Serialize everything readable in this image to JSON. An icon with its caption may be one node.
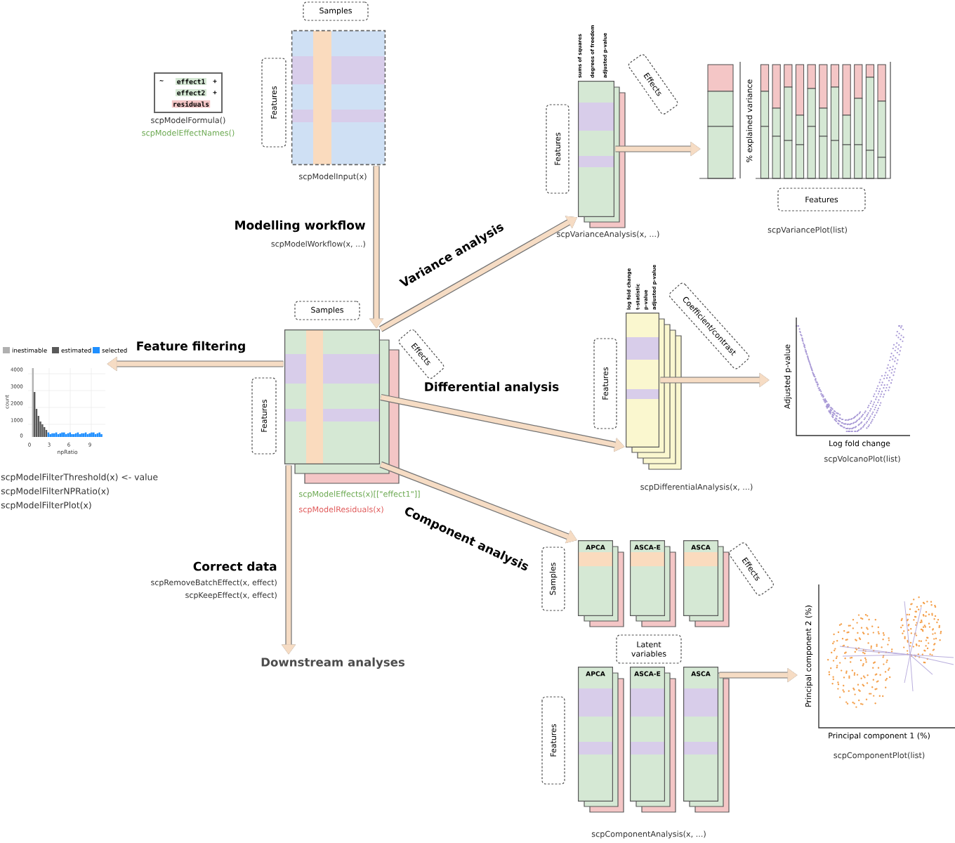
{
  "diagram": {
    "nodes": [
      {
        "text": [
          "~",
          "effect1",
          "+",
          "effect2",
          "+",
          "residuals"
        ],
        "beside": [
          "scpModelFormula()",
          "scpModelEffectNames()"
        ]
      },
      {
        "text": [],
        "shape": "box",
        "beside": [
          "scpModelInput(x)"
        ]
      },
      {
        "text": [
          "Samples"
        ]
      },
      {
        "text": [
          "Features"
        ]
      },
      {
        "text": [],
        "shape": "box",
        "beside": [
          "scpModelEffects(x)[[\"effect1\"]]",
          "scpModelResiduals(x)"
        ]
      },
      {
        "text": [
          "Samples"
        ]
      },
      {
        "text": [
          "Effects"
        ]
      },
      {
        "text": [
          "Features"
        ]
      },
      {
        "text": [],
        "shape": "chart"
      },
      {
        "text": [
          "sums of squares",
          "degrees of freedom",
          "adjusted p-value"
        ],
        "beside": [
          "scpVarianceAnalysis(x, ...)"
        ]
      },
      {
        "text": [
          "Features"
        ]
      },
      {
        "text": [
          "Effects"
        ]
      },
      {
        "text": [
          "% explained variance"
        ]
      },
      {
        "text": [
          "Features"
        ]
      },
      {
        "text": [
          "log fold change",
          "t-statistic",
          "p-value",
          "adjusted p-value"
        ],
        "beside": [
          "scpDifferentialAnalysis(x, ...)"
        ]
      },
      {
        "text": [
          "Features"
        ]
      },
      {
        "text": [
          "Coefficient/contrast"
        ]
      },
      {
        "text": [
          "Adjusted p-value",
          "Log fold change"
        ],
        "beside": [
          "scpVolcanoPlot(list)"
        ]
      },
      {
        "text": [
          "APCA"
        ]
      },
      {
        "text": [
          "ASCA-E"
        ]
      },
      {
        "text": [
          "ASCA"
        ]
      },
      {
        "text": [
          "Samples"
        ]
      },
      {
        "text": [
          "Effects"
        ]
      },
      {
        "text": [
          "Latent variables"
        ]
      },
      {
        "text": [
          "APCA"
        ]
      },
      {
        "text": [
          "ASCA-E"
        ]
      },
      {
        "text": [
          "ASCA"
        ]
      },
      {
        "text": [
          "Features"
        ]
      },
      {
        "text": [
          "Principal component 2 (%)",
          "Principal component 1 (%)"
        ],
        "beside": [
          "scpComponentPlot(list)"
        ]
      },
      {
        "text": [
          "Downstream analyses"
        ]
      }
    ],
    "edges": [
      {
        "from": 1,
        "to": 4,
        "arrow": "to",
        "label": "Modelling workflow"
      },
      {
        "from": 4,
        "to": 8,
        "arrow": "to",
        "label": "Feature filtering"
      },
      {
        "from": 4,
        "to": 9,
        "arrow": "to",
        "label": "Variance analysis"
      },
      {
        "from": 4,
        "to": 14,
        "arrow": "to",
        "label": "Differential analysis"
      },
      {
        "from": 4,
        "to": 18,
        "arrow": "to",
        "label": "Component analysis"
      },
      {
        "from": 4,
        "to": 29,
        "arrow": "to",
        "label": "Correct data"
      },
      {
        "from": 9,
        "to": 12,
        "arrow": "to"
      },
      {
        "from": 14,
        "to": 17,
        "arrow": "to"
      },
      {
        "from": 26,
        "to": 28,
        "arrow": "to"
      }
    ],
    "labels": [
      "scpModelWorkflow(x, ...)",
      "4000",
      "3000",
      "2000",
      "1000",
      "0",
      "count",
      "0",
      "3",
      "6",
      "9",
      "npRatio",
      "scpModelFilterThreshold(x) <- value",
      "scpModelFilterNPRatio(x)",
      "scpModelFilterPlot(x)",
      "scpRemoveBatchEffect(x, effect)",
      "scpKeepEffect(x, effect)",
      "scpComponentAnalysis(x, ...)",
      "scpVariancePlot(list)"
    ],
    "legend": [
      {
        "text": "inestimable",
        "color": "#b0b0b0"
      },
      {
        "text": "estimated",
        "color": "#595959"
      },
      {
        "text": "selected",
        "color": "#1f8fff"
      }
    ]
  }
}
